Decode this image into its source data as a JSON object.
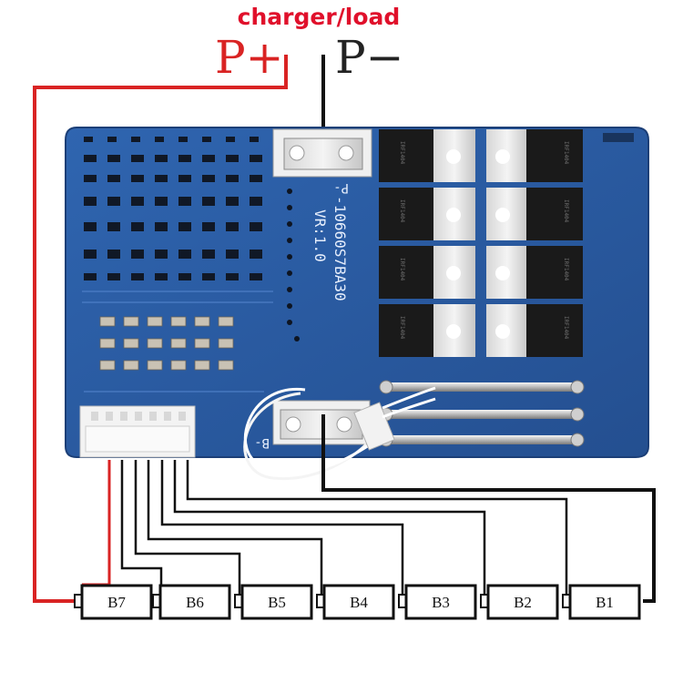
{
  "diagram": {
    "title": "charger/load",
    "terminals": {
      "positive": "P+",
      "negative": "P−"
    },
    "board": {
      "silkscreen_model": "-10660S7BA30",
      "silkscreen_version": "VR:1.0",
      "pad_p_minus": "P-",
      "pad_b_minus": "B-"
    },
    "cells": [
      {
        "label": "B7"
      },
      {
        "label": "B6"
      },
      {
        "label": "B5"
      },
      {
        "label": "B4"
      },
      {
        "label": "B3"
      },
      {
        "label": "B2"
      },
      {
        "label": "B1"
      }
    ],
    "colors": {
      "positive_wire": "#d92323",
      "negative_wire": "#111111",
      "pcb": "#2b5fa8",
      "title": "#e0102b"
    }
  }
}
